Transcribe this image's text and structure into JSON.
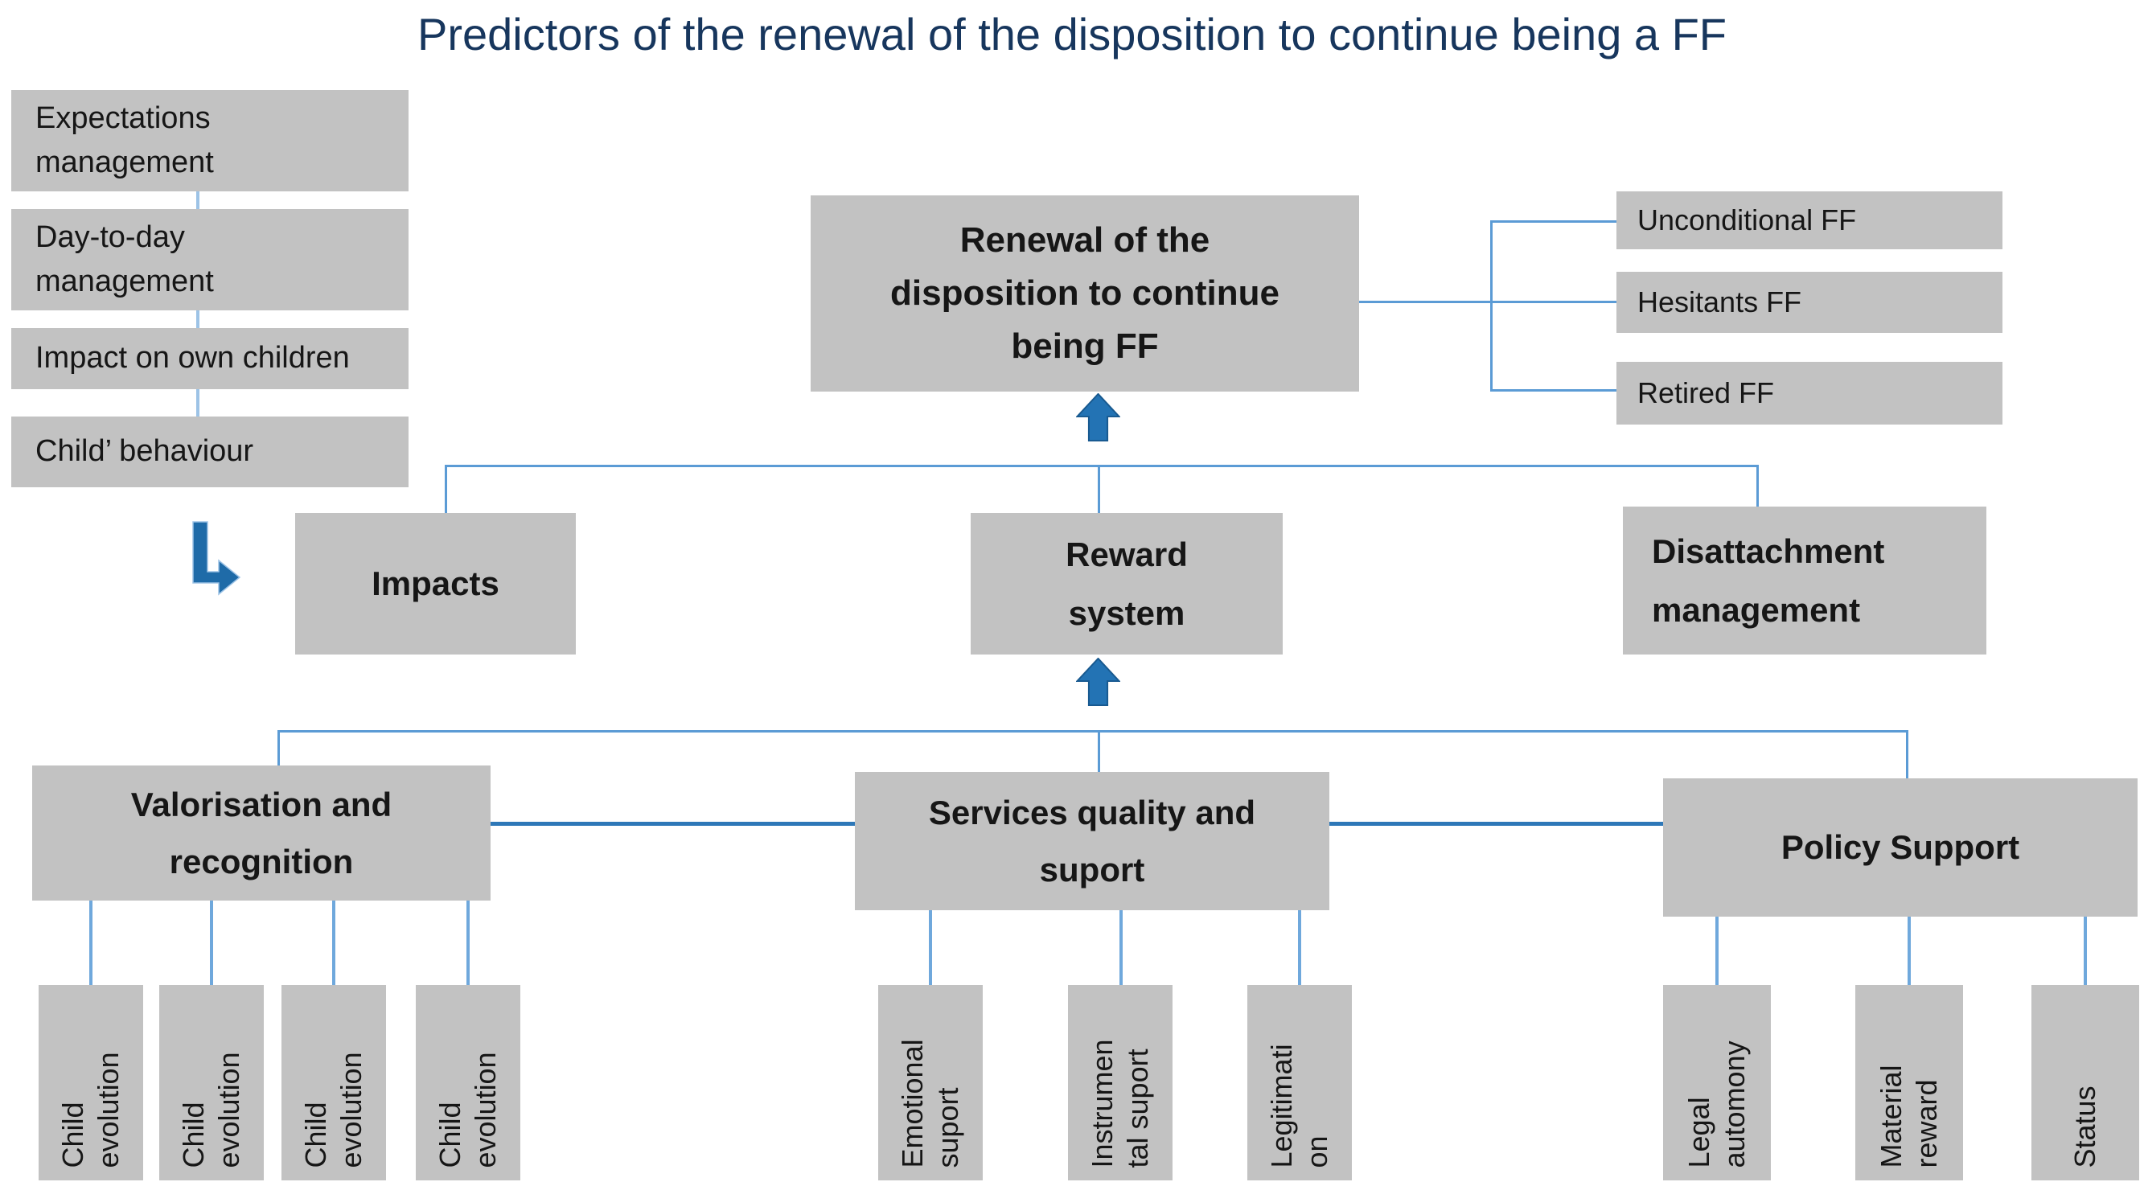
{
  "title": "Predictors of the renewal of the disposition to continue being a FF",
  "colors": {
    "box_fill": "#C2C2C2",
    "text": "#161616",
    "title_text": "#17365D",
    "connector": "#5B9BD5",
    "connector_light": "#9DC3E6",
    "connector_bold": "#2E78B8",
    "arrow_fill": "#2373B4"
  },
  "left_predictors": [
    "Expectations\nmanagement",
    "Day-to-day\nmanagement",
    "Impact on own children",
    "Child’ behaviour"
  ],
  "outcome": {
    "label": "Renewal of the\ndisposition to continue\nbeing FF"
  },
  "ff_types": [
    "Unconditional FF",
    "Hesitants FF",
    "Retired FF"
  ],
  "mid_factors": [
    "Impacts",
    "Reward\nsystem",
    "Disattachment\nmanagement"
  ],
  "base_factors": [
    "Valorisation and\nrecognition",
    "Services quality and\nsuport",
    "Policy Support"
  ],
  "leaves": {
    "valorisation": [
      "Child\nevolution",
      "Child\nevolution",
      "Child\nevolution",
      "Child\nevolution"
    ],
    "services": [
      "Emotional\nsuport",
      "Instrumen\ntal suport",
      "Legitimati\non"
    ],
    "policy": [
      "Legal\nautomony",
      "Material\nreward",
      "Status"
    ]
  },
  "icons": {
    "bent_arrow": "bent-arrow-down-right",
    "up_arrow_outcome": "block-arrow-up",
    "up_arrow_reward": "block-arrow-up"
  }
}
